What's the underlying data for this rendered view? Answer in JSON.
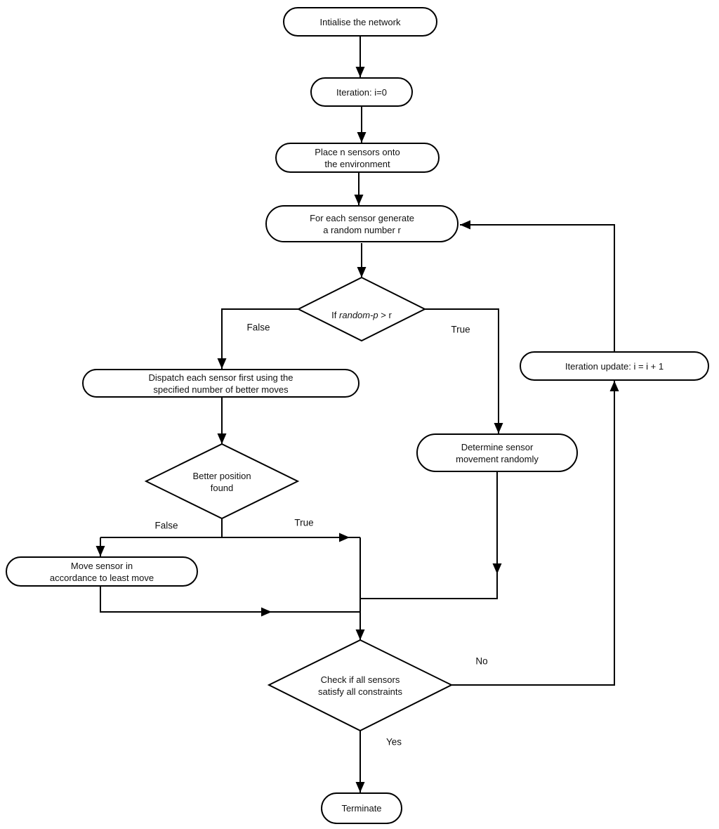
{
  "canvas": {
    "background": "#ffffff",
    "stroke_color": "#000000",
    "text_color": "#111111"
  },
  "nodes": {
    "initialise": {
      "label": "Intialise the network"
    },
    "iteration_init": {
      "label": "Iteration: i=0"
    },
    "place_sensors": {
      "label": "Place n sensors onto\nthe environment"
    },
    "generate_random": {
      "label": "For each sensor generate\na random number r"
    },
    "dispatch": {
      "label": "Dispatch each sensor first using the\nspecified number of better moves"
    },
    "move_sensor": {
      "label": "Move sensor in\naccordance to least move"
    },
    "determine_movement": {
      "label": "Determine sensor\nmovement randomly"
    },
    "iteration_update": {
      "label": "Iteration update: i = i + 1"
    },
    "terminate": {
      "label": "Terminate"
    }
  },
  "decisions": {
    "random_p": {
      "prefix": "If ",
      "variable": "random-p",
      "suffix": " > r"
    },
    "better_position": {
      "label": "Better position\nfound"
    },
    "constraints": {
      "label": "Check if all sensors\nsatisfy all constraints"
    }
  },
  "edge_labels": {
    "random_p_false": "False",
    "random_p_true": "True",
    "better_false": "False",
    "better_true": "True",
    "constraints_no": "No",
    "constraints_yes": "Yes"
  }
}
